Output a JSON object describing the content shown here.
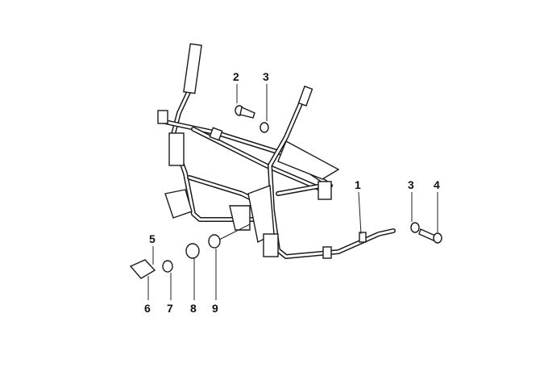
{
  "diagram": {
    "callouts": [
      {
        "id": "label-2",
        "text": "2"
      },
      {
        "id": "label-3a",
        "text": "3"
      },
      {
        "id": "label-1",
        "text": "1"
      },
      {
        "id": "label-3b",
        "text": "3"
      },
      {
        "id": "label-4",
        "text": "4"
      },
      {
        "id": "label-5",
        "text": "5"
      },
      {
        "id": "label-6",
        "text": "6"
      },
      {
        "id": "label-7",
        "text": "7"
      },
      {
        "id": "label-8",
        "text": "8"
      },
      {
        "id": "label-9",
        "text": "9"
      }
    ]
  }
}
